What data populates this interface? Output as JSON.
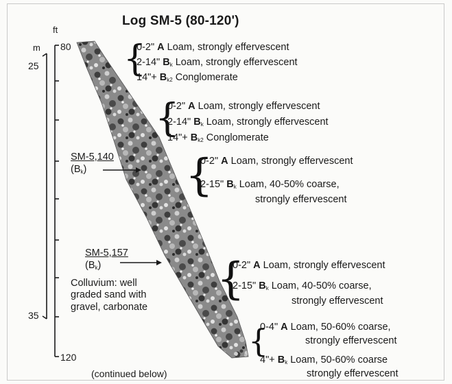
{
  "title": "Log SM-5 (80-120')",
  "scale": {
    "unit_ft": "ft",
    "unit_m": "m",
    "ft_top": "80",
    "ft_bottom": "120",
    "m_upper": "25",
    "m_lower": "35"
  },
  "horizons": [
    {
      "lines": [
        {
          "depth": "0-2\"",
          "hz": "A",
          "sub": "",
          "desc": "Loam, strongly effervescent"
        },
        {
          "depth": "2-14\"",
          "hz": "B",
          "sub": "k",
          "desc": "Loam, strongly effervescent"
        },
        {
          "depth": "14\"+",
          "hz": "B",
          "sub": "k2",
          "desc": "Conglomerate"
        }
      ]
    },
    {
      "lines": [
        {
          "depth": "0-2\"",
          "hz": "A",
          "sub": "",
          "desc": "Loam, strongly effervescent"
        },
        {
          "depth": "2-14\"",
          "hz": "B",
          "sub": "k",
          "desc": "Loam, strongly effervescent"
        },
        {
          "depth": "14\"+",
          "hz": "B",
          "sub": "k2",
          "desc": "Conglomerate"
        }
      ]
    },
    {
      "lines": [
        {
          "depth": "0-2\"",
          "hz": "A",
          "sub": "",
          "desc": "Loam, strongly effervescent"
        },
        {
          "depth": "2-15\"",
          "hz": "B",
          "sub": "k",
          "desc": "Loam, 40-50% coarse,"
        },
        {
          "depth": "",
          "hz": "",
          "sub": "",
          "desc": "strongly effervescent"
        }
      ]
    },
    {
      "lines": [
        {
          "depth": "0-2\"",
          "hz": "A",
          "sub": "",
          "desc": "Loam, strongly effervescent"
        },
        {
          "depth": "2-15\"",
          "hz": "B",
          "sub": "k",
          "desc": "Loam, 40-50% coarse,"
        },
        {
          "depth": "",
          "hz": "",
          "sub": "",
          "desc": "strongly effervescent"
        }
      ]
    },
    {
      "lines": [
        {
          "depth": "0-4\"",
          "hz": "A",
          "sub": "",
          "desc": "Loam, 50-60% coarse,"
        },
        {
          "depth": "",
          "hz": "",
          "sub": "",
          "desc": "strongly effervescent"
        },
        {
          "depth": "4\"+",
          "hz": "B",
          "sub": "k",
          "desc": "Loam, 50-60% coarse"
        },
        {
          "depth": "",
          "hz": "",
          "sub": "",
          "desc": "strongly effervescent"
        }
      ]
    }
  ],
  "samples": [
    {
      "id": "SM-5,140",
      "hz": "B",
      "sub": "k"
    },
    {
      "id": "SM-5,157",
      "hz": "B",
      "sub": "k"
    }
  ],
  "colluvium_note": [
    "Colluvium:  well",
    "graded sand with",
    "gravel, carbonate"
  ],
  "continued": "(continued below)",
  "colors": {
    "ink": "#1a1a1a",
    "rock_dark": "#3f3f3f",
    "rock_mid": "#7d7d7d",
    "rock_light": "#c9c9c9",
    "frame": "#c9c9c9"
  }
}
